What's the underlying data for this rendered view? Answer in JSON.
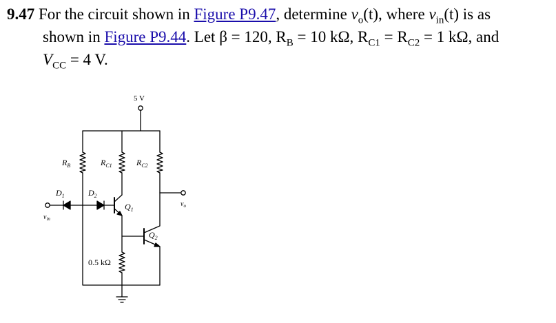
{
  "problem": {
    "number": "9.47",
    "t1": " For the circuit shown in ",
    "link1": "Figure P9.47",
    "t2": ", determine ",
    "vo_var": "v",
    "vo_sub": "o",
    "t3": "(t), where ",
    "vin_var": "v",
    "vin_sub": "in",
    "t4": "(t) is as",
    "t5": "shown in ",
    "link2": "Figure P9.44",
    "t6": ". Let β = 120, R",
    "rb_sub": "B",
    "t7": " = 10 kΩ, R",
    "rc1_sub": "C1",
    "t8": " = R",
    "rc2_sub": "C2",
    "t9": " = 1 kΩ, and",
    "vcc_var": "V",
    "vcc_sub": "CC",
    "t10": " = 4 V."
  },
  "circuit": {
    "supply": "5 V",
    "rb_main": "R",
    "rb_sub": "B",
    "rc1_main": "R",
    "rc1_sub": "C1",
    "rc2_main": "R",
    "rc2_sub": "C2",
    "d1_main": "D",
    "d1_sub": "1",
    "d2_main": "D",
    "d2_sub": "2",
    "q1_main": "Q",
    "q1_sub": "1",
    "q2_main": "Q",
    "q2_sub": "2",
    "re": "0.5 kΩ",
    "vo": "v",
    "vo_sub": "o",
    "vin": "v",
    "vin_sub": "in"
  }
}
